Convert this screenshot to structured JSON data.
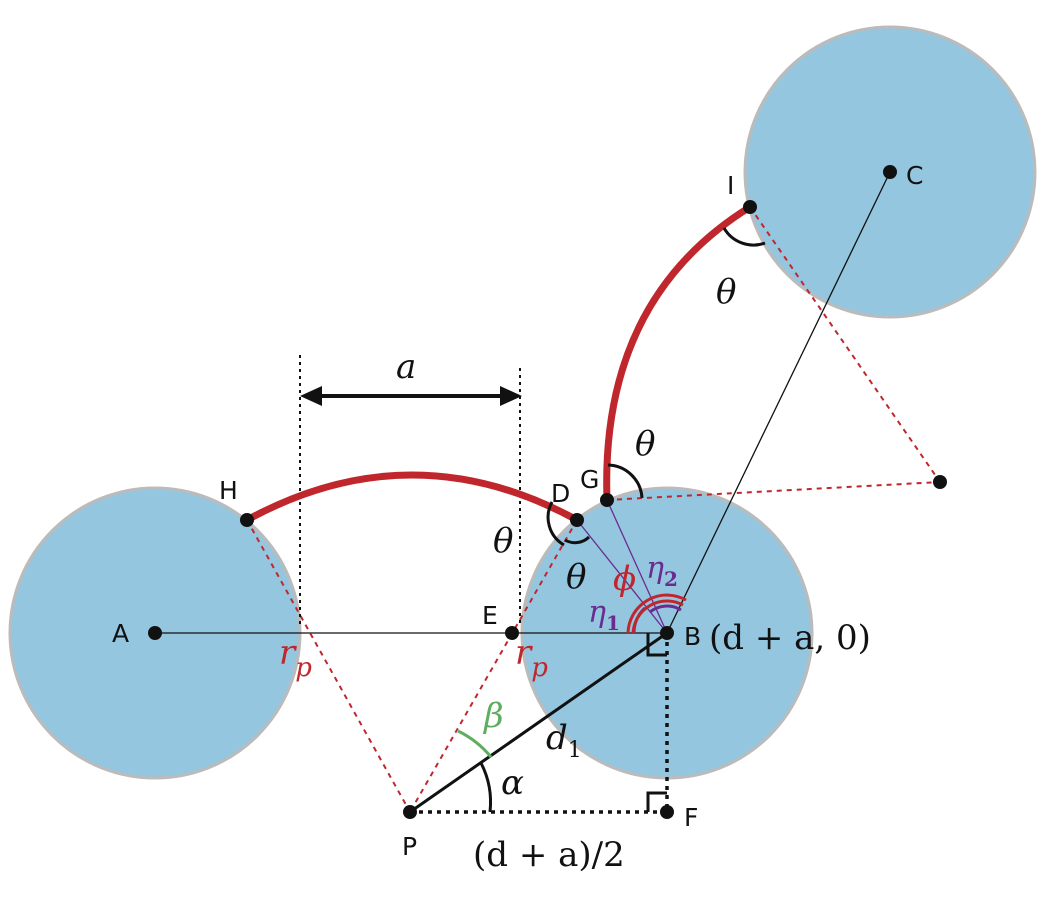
{
  "points": {
    "A": "A",
    "B": "B",
    "C": "C",
    "D": "D",
    "E": "E",
    "F": "F",
    "G": "G",
    "H": "H",
    "I": "I",
    "P": "P"
  },
  "labels": {
    "a": "a",
    "theta": "θ",
    "phi": "ϕ",
    "eta": "η",
    "sub1": "1",
    "sub2": "2",
    "r": "r",
    "p": "p",
    "beta": "β",
    "alpha": "α",
    "d": "d",
    "B_coords": "(d + a, 0)",
    "half_dist": "(d + a)/2"
  },
  "colors": {
    "circle_fill": "#94c6df",
    "circle_stroke": "#bbbbbb",
    "path_red": "#c0272d",
    "dashed_red": "#c0272d",
    "purple": "#6a2c8f",
    "green": "#5fae5f",
    "black": "#111111"
  }
}
